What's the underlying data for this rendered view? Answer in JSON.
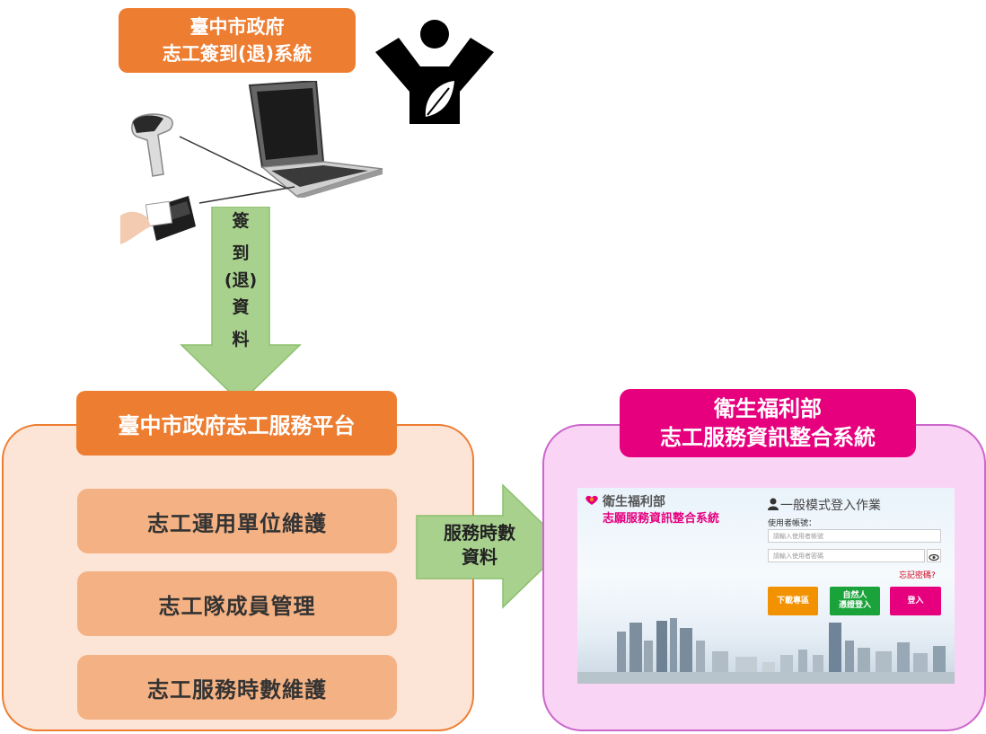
{
  "top_title": {
    "line1": "臺中市政府",
    "line2": "志工簽到(退)系統"
  },
  "arrow_down_label": [
    "簽",
    "到",
    "(退)",
    "資",
    "料"
  ],
  "left_panel": {
    "title": "臺中市政府志工服務平台",
    "items": [
      "志工運用單位維護",
      "志工隊成員管理",
      "志工服務時數維護"
    ]
  },
  "arrow_right_label": {
    "line1": "服務時數",
    "line2": "資料"
  },
  "right_panel": {
    "title_line1": "衛生福利部",
    "title_line2": "志工服務資訊整合系統"
  },
  "login_screen": {
    "brand": "衛生福利部",
    "system_name": "志願服務資訊整合系統",
    "login_title": "一般模式登入作業",
    "account_label": "使用者帳號：",
    "account_placeholder": "請輸入使用者帳號",
    "password_placeholder": "請輸入使用者密碼",
    "forgot": "忘記密碼?",
    "btn_download": "下載專區",
    "btn_natural_line1": "自然人",
    "btn_natural_line2": "憑證登入",
    "btn_login": "登入",
    "colors": {
      "download": "#f39200",
      "natural": "#1aa33b",
      "login": "#e6007e"
    }
  },
  "colors": {
    "orange": "#ed7d31",
    "magenta": "#e6007e",
    "arrow_green": "#a9d18e"
  }
}
